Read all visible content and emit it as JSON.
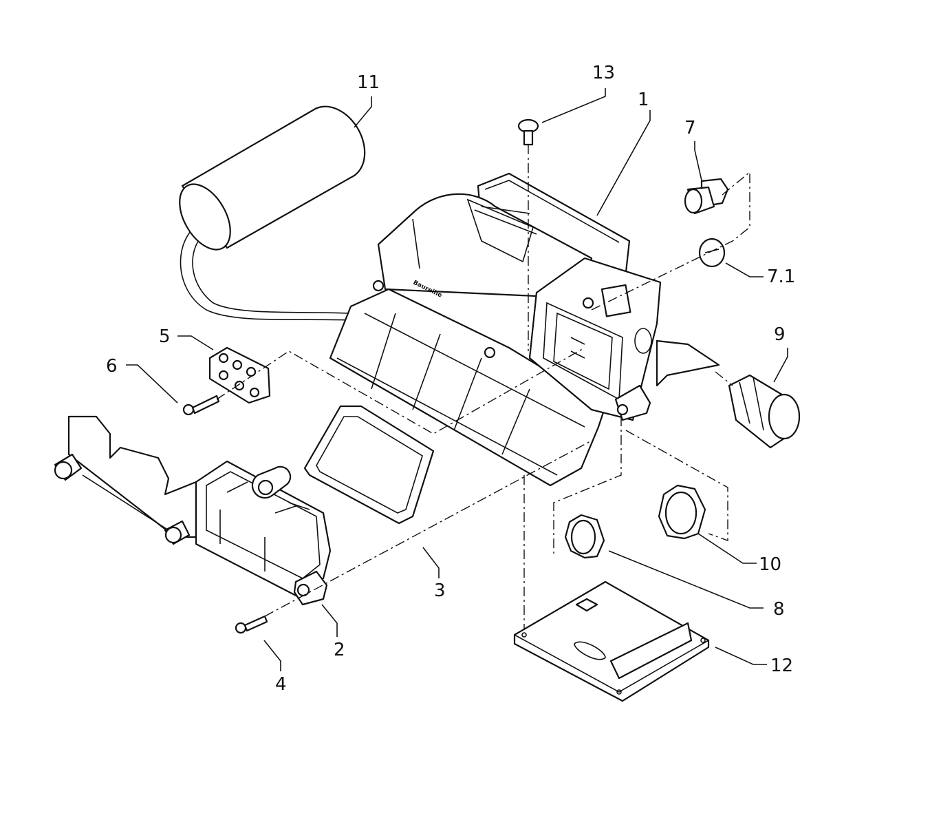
{
  "title": "",
  "callouts": {
    "c1": "1",
    "c2": "2",
    "c3": "3",
    "c4": "4",
    "c5": "5",
    "c6": "6",
    "c7": "7",
    "c7_1": "7.1",
    "c8": "8",
    "c9": "9",
    "c10": "10",
    "c11": "11",
    "c12": "12",
    "c13": "13"
  },
  "colors": {
    "line": "#111111",
    "background": "#ffffff"
  }
}
